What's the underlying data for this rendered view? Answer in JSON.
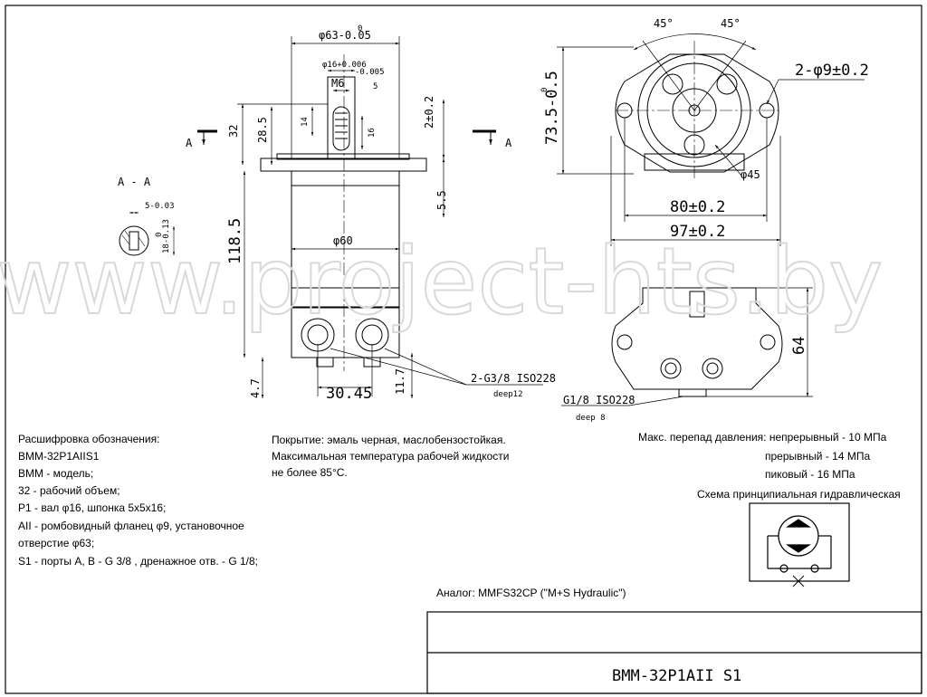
{
  "watermark": "www.project-hts.by",
  "dims": {
    "d63": "φ63-0.05",
    "d63_top": "0",
    "d16": "φ16+0.006",
    "d16_bot": "-0.005",
    "m6": "M6",
    "five": "5",
    "thirtytwo": "32",
    "twentyeight": "28.5",
    "fourteen": "14",
    "sixteen": "16",
    "two_tol": "2±0.2",
    "five_five": "5.5",
    "d60": "φ60",
    "h1185": "118.5",
    "h47": "4.7",
    "w3045": "30.45",
    "h117": "11.7",
    "ports": "2-G3/8 ISO228",
    "deep12": "deep12",
    "ang45a": "45°",
    "ang45b": "45°",
    "holes": "2-φ9±0.2",
    "h735": "73.5-0.5",
    "h735_top": "0",
    "d45": "φ45",
    "w80": "80±0.2",
    "w97": "97±0.2",
    "h64": "64",
    "drain": "G1/8 ISO228",
    "deep8": "deep 8",
    "section_title": "A - A",
    "sec_5": "5-0.03",
    "sec_18": "18-0.13",
    "sec_18_top": "0",
    "cut_left": "A",
    "cut_right": "A"
  },
  "legend": {
    "l1": "Расшифровка обозначения:",
    "l2": "ВММ-32Р1АIIS1",
    "l3": "ВММ - модель;",
    "l4": "32 - рабочий объем;",
    "l5": "Р1 - вал φ16, шпонка 5х5х16;",
    "l6": "АII - ромбовидный фланец φ9, установочное",
    "l7": "отверстие φ63;",
    "l8": "S1 - порты А, В - G 3/8 , дренажное отв. - G 1/8;"
  },
  "coating": {
    "c1": "Покрытие: эмаль черная, маслобензостойкая.",
    "c2": "Максимальная температура рабочей жидкости",
    "c3": "не более 85°С."
  },
  "pressure": {
    "p1": "Макс. перепад давления: непрерывный - 10 МПа",
    "p2": "прерывный - 14 МПа",
    "p3": "пиковый - 16 МПа",
    "p4": "Схема принципиальная гидравлическая"
  },
  "analog": "Аналог: MMFS32CP (\"M+S Hydraulic\")",
  "title_block": {
    "designation": "ВММ-32Р1АII S1"
  }
}
